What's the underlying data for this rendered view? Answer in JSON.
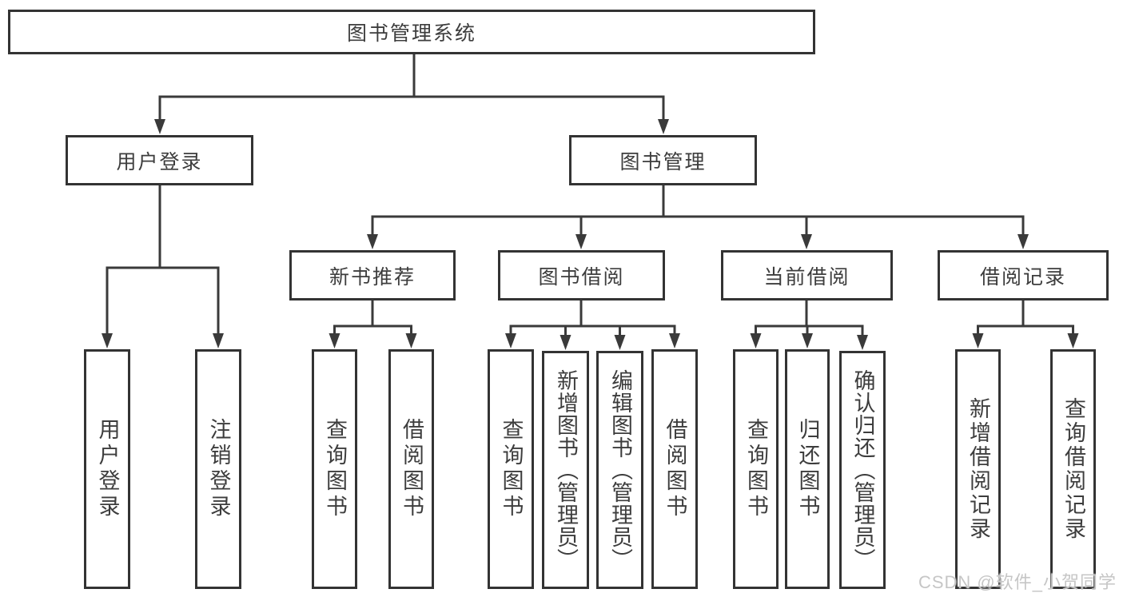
{
  "diagram": {
    "root": "图书管理系统",
    "level2": {
      "user_login": "用户登录",
      "book_management": "图书管理"
    },
    "level3": {
      "new_book_recommend": "新书推荐",
      "book_borrow": "图书借阅",
      "current_borrow": "当前借阅",
      "borrow_record": "借阅记录"
    },
    "leaves": {
      "login_user_login": "用户登录",
      "login_logout": "注销登录",
      "recommend_query_book": "查询图书",
      "recommend_borrow_book": "借阅图书",
      "borrow_query_book": "查询图书",
      "borrow_add_book": "新增图书（管理员）",
      "borrow_edit_book": "编辑图书（管理员）",
      "borrow_borrow_book": "借阅图书",
      "current_query_book": "查询图书",
      "current_return_book": "归还图书",
      "current_confirm_return": "确认归还（管理员）",
      "record_add_record": "新增借阅记录",
      "record_query_record": "查询借阅记录"
    }
  },
  "watermark": {
    "text": "CSDN @软件_小贺同学"
  },
  "colors": {
    "line": "#3a3a3a",
    "box_border": "#333333",
    "text": "#3d3d3d",
    "watermark": "#c6c6c6",
    "background": "#ffffff"
  }
}
